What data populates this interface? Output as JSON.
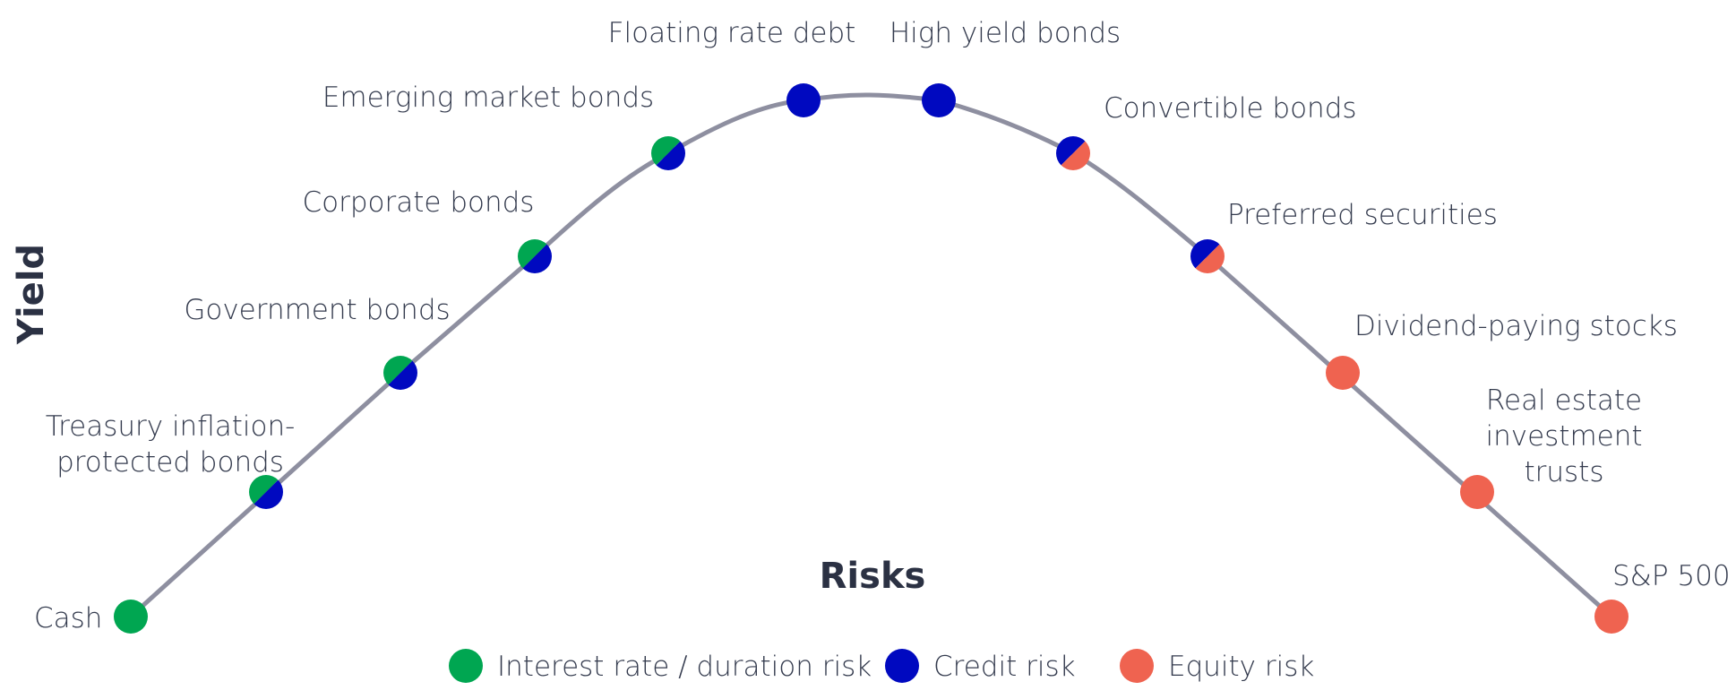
{
  "chart_data": {
    "type": "line",
    "xlabel": "Risks",
    "ylabel": "Yield",
    "risk_colors": {
      "interest": "#00a651",
      "credit": "#0009c0",
      "equity": "#ef6350"
    },
    "line_color": "#8e8fa0",
    "points": [
      {
        "label": "Cash",
        "risks": [
          "interest"
        ]
      },
      {
        "label": "Treasury inflation-protected bonds",
        "label_lines": [
          "Treasury inflation-",
          "protected bonds"
        ],
        "risks": [
          "interest",
          "credit"
        ]
      },
      {
        "label": "Government bonds",
        "risks": [
          "interest",
          "credit"
        ]
      },
      {
        "label": "Corporate bonds",
        "risks": [
          "interest",
          "credit"
        ]
      },
      {
        "label": "Emerging market bonds",
        "risks": [
          "interest",
          "credit"
        ]
      },
      {
        "label": "Floating rate debt",
        "risks": [
          "credit"
        ]
      },
      {
        "label": "High yield bonds",
        "risks": [
          "credit"
        ]
      },
      {
        "label": "Convertible bonds",
        "risks": [
          "credit",
          "equity"
        ]
      },
      {
        "label": "Preferred securities",
        "risks": [
          "credit",
          "equity"
        ]
      },
      {
        "label": "Dividend-paying stocks",
        "risks": [
          "equity"
        ]
      },
      {
        "label": "Real estate investment trusts",
        "label_lines": [
          "Real estate",
          "investment",
          "trusts"
        ],
        "risks": [
          "equity"
        ]
      },
      {
        "label": "S&P 500",
        "risks": [
          "equity"
        ]
      }
    ],
    "legend": [
      {
        "key": "interest",
        "label": "Interest rate / duration risk"
      },
      {
        "key": "credit",
        "label": "Credit risk"
      },
      {
        "key": "equity",
        "label": "Equity risk"
      }
    ],
    "grid": false
  }
}
